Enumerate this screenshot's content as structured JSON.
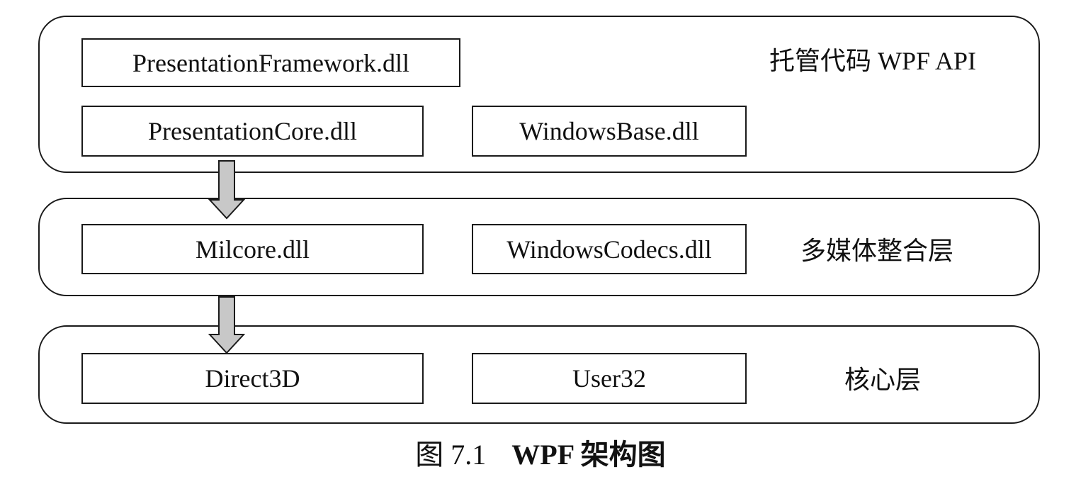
{
  "layers": {
    "managed": {
      "label": "托管代码 WPF API",
      "modules": {
        "presentation_framework": "PresentationFramework.dll",
        "presentation_core": "PresentationCore.dll",
        "windows_base": "WindowsBase.dll"
      }
    },
    "media": {
      "label": "多媒体整合层",
      "modules": {
        "milcore": "Milcore.dll",
        "windows_codecs": "WindowsCodecs.dll"
      }
    },
    "core": {
      "label": "核心层",
      "modules": {
        "direct3d": "Direct3D",
        "user32": "User32"
      }
    }
  },
  "caption": {
    "number": "图 7.1",
    "title": "WPF 架构图"
  },
  "colors": {
    "border": "#1a1a1a",
    "arrow_fill": "#c8c8c8",
    "background": "#ffffff"
  }
}
